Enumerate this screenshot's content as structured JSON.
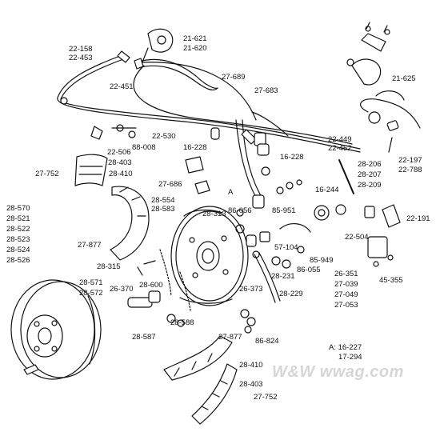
{
  "diagram": {
    "parts": [
      {
        "id": "label-22-158",
        "text": "22-158"
      },
      {
        "id": "label-22-453",
        "text": "22-453"
      },
      {
        "id": "label-22-451",
        "text": "22-451"
      },
      {
        "id": "label-21-621",
        "text": "21-621"
      },
      {
        "id": "label-21-620",
        "text": "21-620"
      },
      {
        "id": "label-27-689",
        "text": "27-689"
      },
      {
        "id": "label-27-683",
        "text": "27-683"
      },
      {
        "id": "label-21-625",
        "text": "21-625"
      },
      {
        "id": "label-22-530",
        "text": "22-530"
      },
      {
        "id": "label-22-506",
        "text": "22-506"
      },
      {
        "id": "label-88-008",
        "text": "88-008"
      },
      {
        "id": "label-28-403-top",
        "text": "28-403"
      },
      {
        "id": "label-28-410-top",
        "text": "28-410"
      },
      {
        "id": "label-27-752-top",
        "text": "27-752"
      },
      {
        "id": "label-16-228-left",
        "text": "16-228"
      },
      {
        "id": "label-16-228-right",
        "text": "16-228"
      },
      {
        "id": "label-27-686",
        "text": "27-686"
      },
      {
        "id": "label-a-marker",
        "text": "A"
      },
      {
        "id": "label-22-449",
        "text": "22-449"
      },
      {
        "id": "label-22-452",
        "text": "22-452"
      },
      {
        "id": "label-22-197",
        "text": "22-197"
      },
      {
        "id": "label-22-788",
        "text": "22-788"
      },
      {
        "id": "label-28-206",
        "text": "28-206"
      },
      {
        "id": "label-28-207",
        "text": "28-207"
      },
      {
        "id": "label-28-209",
        "text": "28-209"
      },
      {
        "id": "label-16-244",
        "text": "16-244"
      },
      {
        "id": "label-28-554",
        "text": "28-554"
      },
      {
        "id": "label-28-583",
        "text": "28-583"
      },
      {
        "id": "label-28-313",
        "text": "28-313"
      },
      {
        "id": "label-86-056",
        "text": "86-056"
      },
      {
        "id": "label-85-951",
        "text": "85-951"
      },
      {
        "id": "label-22-191",
        "text": "22-191"
      },
      {
        "id": "label-28-570",
        "text": "28-570"
      },
      {
        "id": "label-28-521",
        "text": "28-521"
      },
      {
        "id": "label-28-522",
        "text": "28-522"
      },
      {
        "id": "label-28-523",
        "text": "28-523"
      },
      {
        "id": "label-28-524",
        "text": "28-524"
      },
      {
        "id": "label-28-526",
        "text": "28-526"
      },
      {
        "id": "label-27-877-top",
        "text": "27-877"
      },
      {
        "id": "label-28-315",
        "text": "28-315"
      },
      {
        "id": "label-57-104",
        "text": "57-104"
      },
      {
        "id": "label-85-949",
        "text": "85-949"
      },
      {
        "id": "label-86-055",
        "text": "86-055"
      },
      {
        "id": "label-22-504",
        "text": "22-504"
      },
      {
        "id": "label-28-571",
        "text": "28-571"
      },
      {
        "id": "label-28-572",
        "text": "28-572"
      },
      {
        "id": "label-26-370",
        "text": "26-370"
      },
      {
        "id": "label-28-600",
        "text": "28-600"
      },
      {
        "id": "label-28-231",
        "text": "28-231"
      },
      {
        "id": "label-26-351",
        "text": "26-351"
      },
      {
        "id": "label-27-039",
        "text": "27-039"
      },
      {
        "id": "label-27-049",
        "text": "27-049"
      },
      {
        "id": "label-27-053",
        "text": "27-053"
      },
      {
        "id": "label-45-355",
        "text": "45-355"
      },
      {
        "id": "label-26-373",
        "text": "26-373"
      },
      {
        "id": "label-28-229",
        "text": "28-229"
      },
      {
        "id": "label-28-588",
        "text": "28-588"
      },
      {
        "id": "label-28-587",
        "text": "28-587"
      },
      {
        "id": "label-27-877-bottom",
        "text": "27-877"
      },
      {
        "id": "label-86-824",
        "text": "86-824"
      },
      {
        "id": "label-a-16-227",
        "text": "A: 16-227"
      },
      {
        "id": "label-17-294",
        "text": "17-294"
      },
      {
        "id": "label-28-410-bottom",
        "text": "28-410"
      },
      {
        "id": "label-28-403-bottom",
        "text": "28-403"
      },
      {
        "id": "label-27-752-bottom",
        "text": "27-752"
      }
    ],
    "watermark": "W&W wwag.com",
    "colors": {
      "ink": "#111111",
      "paper": "#ffffff",
      "watermark": "#d6d6d6"
    }
  }
}
